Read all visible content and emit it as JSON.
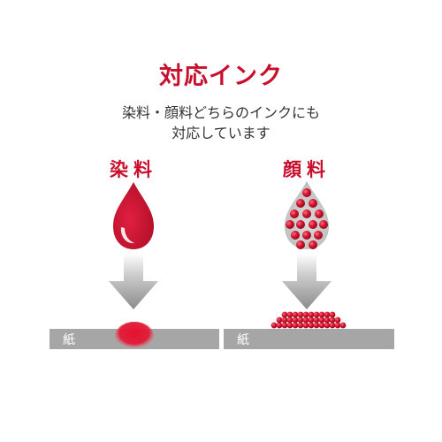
{
  "title": "対応インク",
  "subtitle": {
    "line1": "染料・顔料どちらのインクにも",
    "line2": "対応しています"
  },
  "dye": {
    "label": "染料",
    "paper_label": "紙"
  },
  "pigment": {
    "label": "顔料",
    "paper_label": "紙"
  },
  "colors": {
    "accent": "#c8102e",
    "paper": "#a6a6a6",
    "arrow": "#8c8c8c",
    "drop_gray": "#bdbdbd"
  }
}
